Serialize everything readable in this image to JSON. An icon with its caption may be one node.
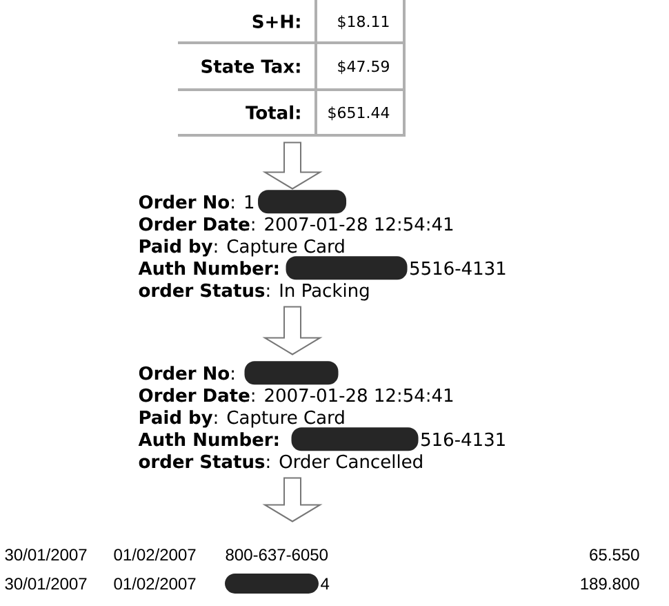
{
  "diagram": {
    "nodes": [
      {
        "text": [
          "S+H:",
          "$18.11",
          "State Tax:",
          "$47.59",
          "Total:",
          "$651.44"
        ]
      },
      {
        "text": [
          "**Order No**: 1",
          "**Order Date**: 2007-01-28 12:54:41",
          "**Paid by**: Capture Card",
          "Auth Number:",
          "5516-4131",
          "**order Status**: In Packing"
        ]
      },
      {
        "text": [
          "**Order No**:",
          "**Order Date**: 2007-01-28 12:54:41",
          "**Paid by**: Capture Card",
          "Auth Number:",
          "516-4131",
          "**order Status**: Order Cancelled"
        ]
      },
      {
        "text": [
          "30/01/2007",
          "01/02/2007",
          "800-637-6050",
          "30/01/2007",
          "01/02/2007",
          "4"
        ]
      }
    ],
    "edges": [
      {
        "from": 0,
        "to": 1,
        "arrow": "to"
      },
      {
        "from": 1,
        "to": 2,
        "arrow": "to"
      },
      {
        "from": 2,
        "to": 3,
        "arrow": "to"
      }
    ],
    "labels": [
      "65.550",
      "189.800"
    ]
  }
}
